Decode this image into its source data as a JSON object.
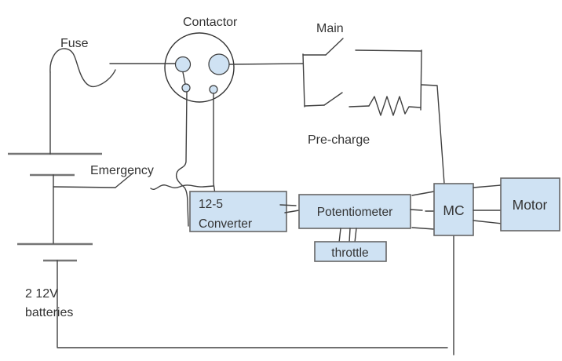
{
  "labels": {
    "fuse": "Fuse",
    "contactor": "Contactor",
    "main": "Main",
    "precharge": "Pre-charge",
    "emergency": "Emergency",
    "battery_line1": "2 12V",
    "battery_line2": "batteries"
  },
  "boxes": {
    "converter": {
      "line1": "12-5",
      "line2": "Converter"
    },
    "potentiometer": {
      "label": "Potentiometer"
    },
    "throttle": {
      "label": "throttle"
    },
    "mc": {
      "label": "MC"
    },
    "motor": {
      "label": "Motor"
    }
  },
  "colors": {
    "box_fill": "#cfe2f3",
    "box_stroke": "#666666",
    "wire": "#404040",
    "plate": "#757575",
    "text": "#333333",
    "outline": "#333333",
    "dot_fill": "#cfe2f3",
    "dot_stroke": "#3a3a3a"
  }
}
